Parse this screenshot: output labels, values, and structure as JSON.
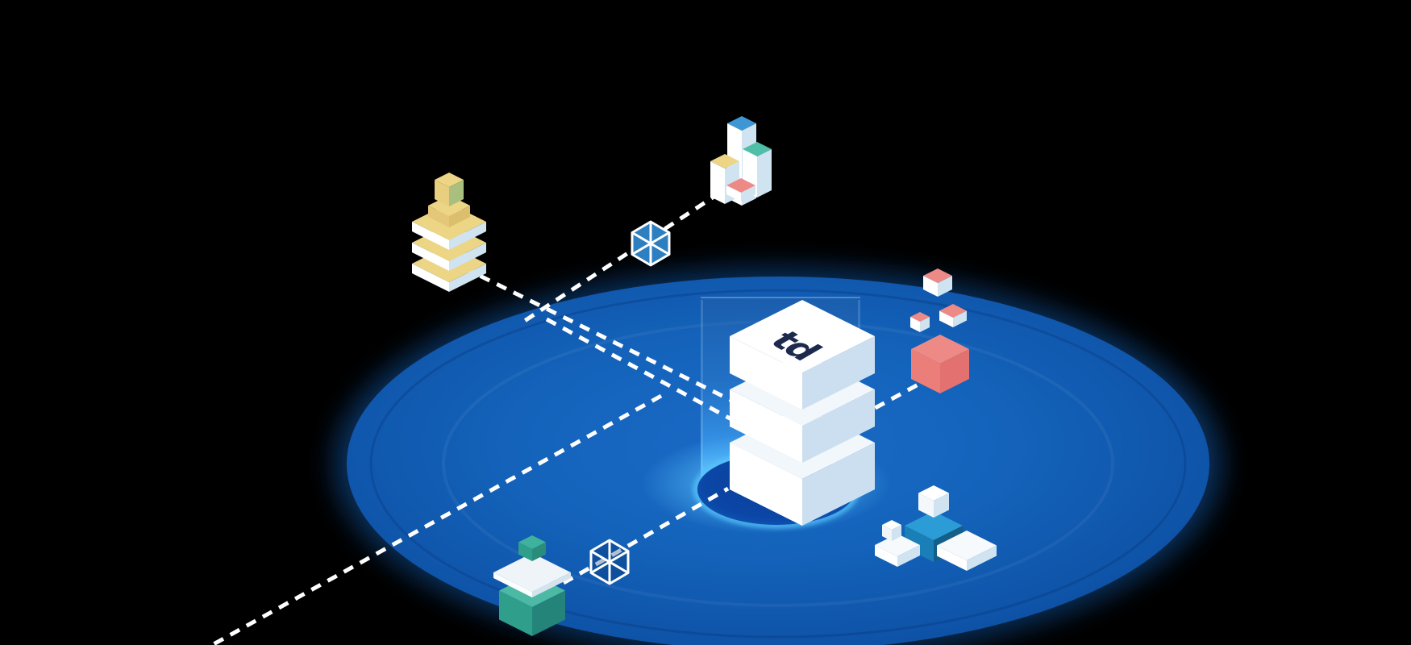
{
  "illustration": {
    "kind": "isometric data-platform hero illustration",
    "logo": {
      "text": "td"
    },
    "palette": {
      "background": "#000000",
      "platform_blue": "#1363ba",
      "platform_edge_blue": "#0d50a4",
      "beam_blue": "#4aa9f2",
      "glow_cyan": "#8fe0ff",
      "hole_blue": "#0a3f9b",
      "connector_white": "#ffffff",
      "logo_navy": "#1d2a4d",
      "face_white": "#ffffff",
      "face_pale_blue": "#cfe3f1",
      "yellow_top": "#ecd584",
      "olive_face": "#a9bf7d",
      "bar_blue_top": "#3e97d4",
      "bar_teal_top": "#4fbfa7",
      "coral_top": "#ee8a86",
      "coral_left": "#ec7e7a",
      "coral_right": "#e27170",
      "cube_blue_top": "#2b9cd6",
      "cube_blue_left": "#1a7fb6",
      "cube_blue_right": "#135f88",
      "teal_cube_top": "#4bb9a4",
      "teal_cube_left": "#2f9e8a",
      "teal_cube_right": "#24847a"
    },
    "nodes": [
      {
        "id": "central-td-tower",
        "description": "white stacked database tower with td logo on glowing platform"
      },
      {
        "id": "yellow-stack",
        "description": "yellow layered stack, upper left"
      },
      {
        "id": "bar-cube-cluster",
        "description": "four iso columns with blue, teal, yellow, red tops, top center"
      },
      {
        "id": "coral-cube-cluster",
        "description": "red block with three floating cubes, right"
      },
      {
        "id": "blue-cube-cluster",
        "description": "blue cube with white cubes and slabs, lower right"
      },
      {
        "id": "teal-box-cluster",
        "description": "teal box with floating lid and cube, lower left"
      },
      {
        "id": "wireframe-cube-upper",
        "description": "outlined cube node on upper connector"
      },
      {
        "id": "wireframe-cube-lower",
        "description": "outlined cube node on lower connector"
      }
    ],
    "connections": [
      {
        "from": "yellow-stack",
        "to": "central-td-tower",
        "style": "dashed"
      },
      {
        "from": "bar-cube-cluster",
        "to": "central-td-tower",
        "style": "dashed, through wireframe cube"
      },
      {
        "from": "coral-cube-cluster",
        "to": "central-td-tower",
        "style": "dashed"
      },
      {
        "from": "teal-box-cluster",
        "to": "central-td-tower",
        "style": "dashed, through wireframe cube"
      },
      {
        "from": "central-td-tower",
        "to": "off-screen lower left",
        "style": "dashed"
      }
    ]
  }
}
